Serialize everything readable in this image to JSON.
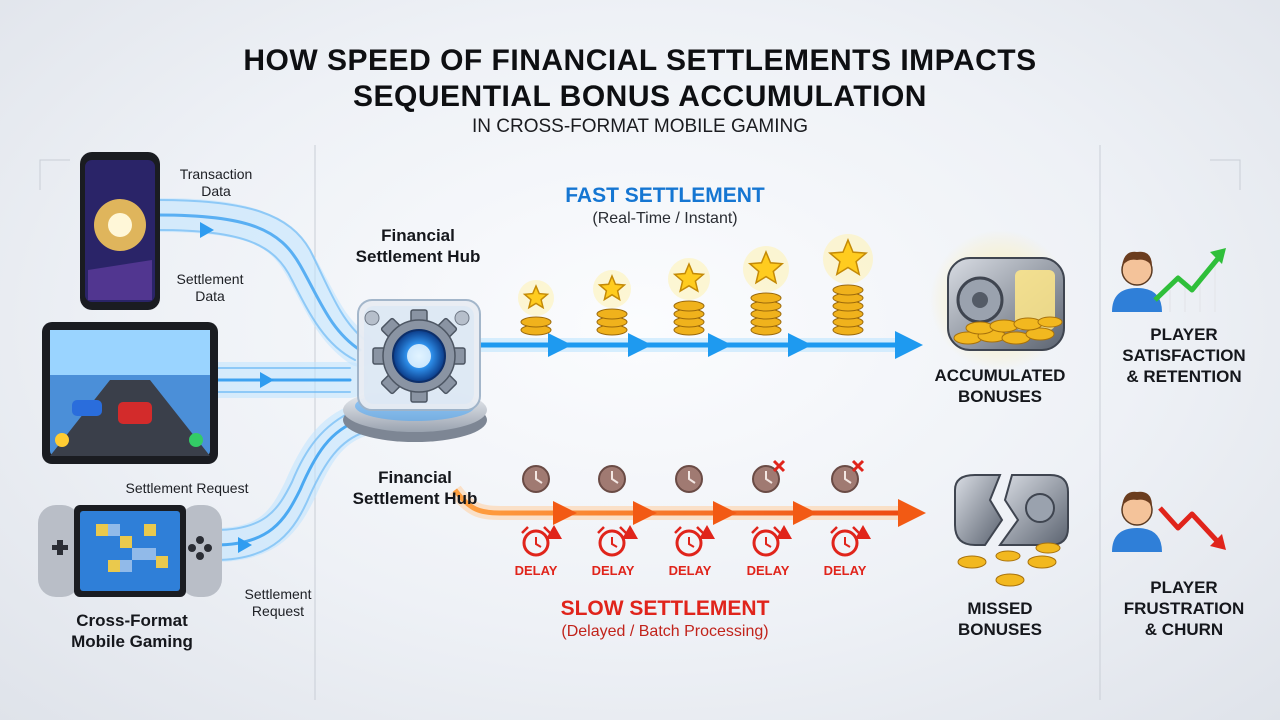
{
  "title": {
    "line1": "HOW SPEED OF FINANCIAL SETTLEMENTS IMPACTS",
    "line2": "SEQUENTIAL BONUS ACCUMULATION",
    "subtitle": "IN CROSS-FORMAT MOBILE GAMING"
  },
  "flows": {
    "transaction_data": "Transaction\nData",
    "settlement_data": "Settlement\nData",
    "settlement_request_1": "Settlement Request",
    "settlement_request_2": "Settlement\nRequest"
  },
  "hub": {
    "label_top": "Financial\nSettlement Hub",
    "label_bottom": "Financial\nSettlement Hub"
  },
  "devices": {
    "label": "Cross-Format\nMobile Gaming"
  },
  "fast": {
    "title": "FAST SETTLEMENT",
    "subtitle": "(Real-Time / Instant)",
    "color": "#1e9af0"
  },
  "slow": {
    "title": "SLOW SETTLEMENT",
    "subtitle": "(Delayed / Batch Processing)",
    "color": "#f25a14",
    "delay_labels": [
      "DELAY",
      "DELAY",
      "DELAY",
      "DELAY",
      "DELAY"
    ]
  },
  "outcomes": {
    "accumulated": "ACCUMULATED\nBONUSES",
    "missed": "MISSED\nBONUSES",
    "satisfaction": "PLAYER\nSATISFACTION\n& RETENTION",
    "frustration": "PLAYER\nFRUSTRATION\n& CHURN"
  },
  "icons": {
    "hub": "gear-icon",
    "fast_steps": "star-coin-stack-icon",
    "slow_steps": "clock-icon",
    "delay": "alarm-warning-icon",
    "vault": "vault-icon",
    "broken_vault": "broken-vault-icon",
    "player": "player-avatar-icon",
    "trend_up": "trend-up-icon",
    "trend_down": "trend-down-icon"
  }
}
